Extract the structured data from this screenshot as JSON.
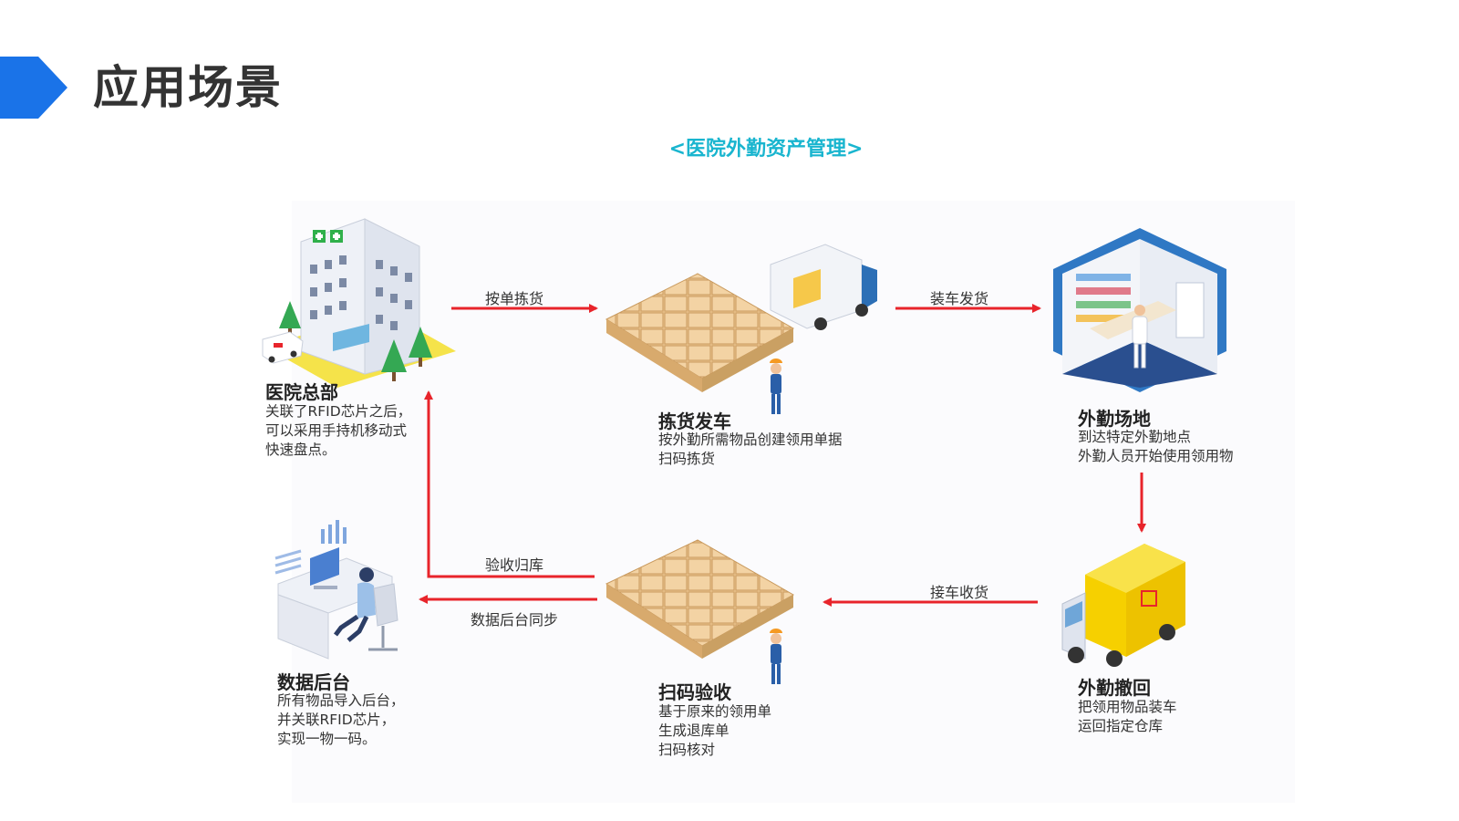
{
  "header": {
    "title": "应用场景",
    "accent_color": "#1a73e8"
  },
  "diagram": {
    "subtitle": "<医院外勤资产管理>",
    "arrow_color": "#e8242b",
    "nodes": [
      {
        "id": "hq",
        "title": "医院总部",
        "lines": [
          "关联了RFID芯片之后，",
          "可以采用手持机移动式",
          "快速盘点。"
        ],
        "icon": "hospital-building-icon"
      },
      {
        "id": "pick",
        "title": "拣货发车",
        "lines": [
          "按外勤所需物品创建领用单据",
          "扫码拣货"
        ],
        "icon": "warehouse-boxes-truck-icon"
      },
      {
        "id": "field",
        "title": "外勤场地",
        "lines": [
          "到达特定外勤地点",
          "外勤人员开始使用领用物"
        ],
        "icon": "field-clinic-room-icon"
      },
      {
        "id": "return",
        "title": "外勤撤回",
        "lines": [
          "把领用物品装车",
          "运回指定仓库"
        ],
        "icon": "delivery-truck-icon"
      },
      {
        "id": "scan",
        "title": "扫码验收",
        "lines": [
          "基于原来的领用单",
          "生成退库单",
          "扫码核对"
        ],
        "icon": "warehouse-boxes-worker-icon"
      },
      {
        "id": "backend",
        "title": "数据后台",
        "lines": [
          "所有物品导入后台，",
          "并关联RFID芯片，",
          "实现一物一码。"
        ],
        "icon": "office-computer-worker-icon"
      }
    ],
    "edges": [
      {
        "from": "hq",
        "to": "pick",
        "label": "按单拣货"
      },
      {
        "from": "pick",
        "to": "field",
        "label": "装车发货"
      },
      {
        "from": "field",
        "to": "return",
        "label": ""
      },
      {
        "from": "return",
        "to": "scan",
        "label": "接车收货"
      },
      {
        "from": "scan",
        "to": "hq",
        "label": "验收归库"
      },
      {
        "from": "scan",
        "to": "backend",
        "label": "数据后台同步"
      }
    ]
  }
}
